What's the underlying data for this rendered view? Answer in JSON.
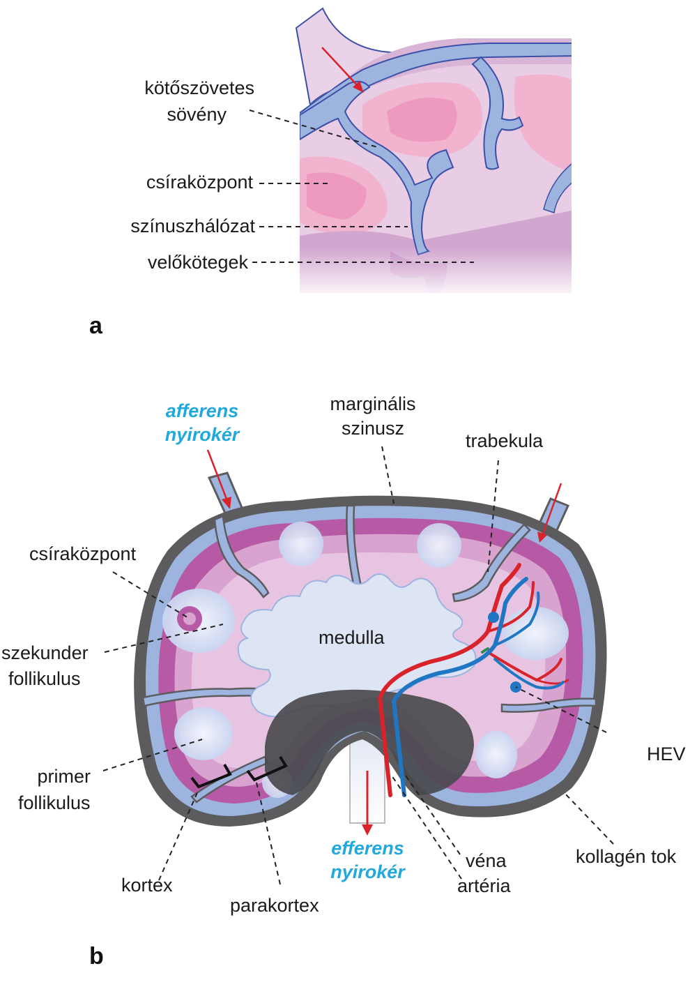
{
  "panel_a": {
    "letter": "a",
    "labels": {
      "septum_line1": "kötőszövetes",
      "septum_line2": "sövény",
      "germinal_center": "csíraközpont",
      "sinus_network": "színuszhálózat",
      "medullary_cords": "velőkötegek"
    }
  },
  "panel_b": {
    "letter": "b",
    "labels": {
      "afferent_line1": "afferens",
      "afferent_line2": "nyirokér",
      "marginal_line1": "marginális",
      "marginal_line2": "szinusz",
      "trabecula": "trabekula",
      "germinal_center": "csíraközpont",
      "secondary_line1": "szekunder",
      "secondary_line2": "follikulus",
      "medulla": "medulla",
      "primary_line1": "primer",
      "primary_line2": "follikulus",
      "hev": "HEV",
      "cortex": "kortex",
      "paracortex": "parakortex",
      "efferent_line1": "efferens",
      "efferent_line2": "nyirokér",
      "vein": "véna",
      "artery": "artéria",
      "capsule": "kollagén tok"
    }
  },
  "colors": {
    "sinus_blue": "#9db4de",
    "cortex_pink": "#d9a3cf",
    "cortex_dark": "#b75aa5",
    "germinal_pink": "#f0a8c9",
    "medulla_blue": "#dde4f4",
    "capsule_gray": "#5c5c5f",
    "paracortex_gray": "#4a4a4e",
    "artery_red": "#d9232b",
    "vein_blue": "#1f77c4",
    "label_blue": "#22a9dc"
  }
}
